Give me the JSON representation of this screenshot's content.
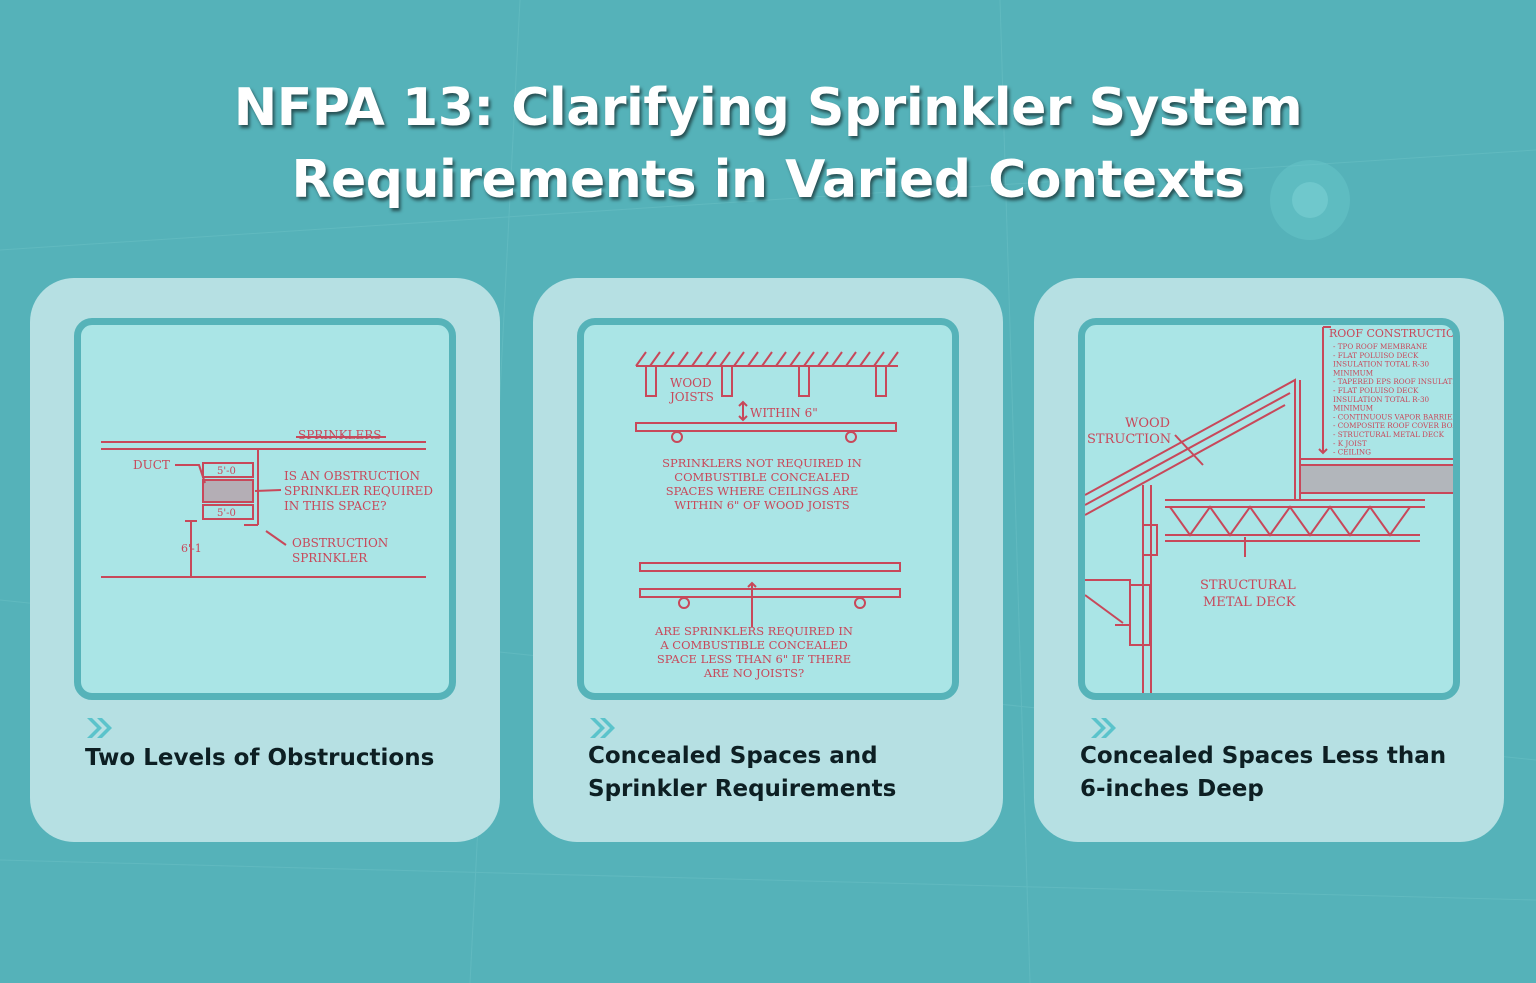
{
  "page": {
    "title_line1": "NFPA 13: Clarifying Sprinkler System",
    "title_line2": "Requirements in Varied Contexts",
    "colors": {
      "background": "#55b2b9",
      "card": "#b6e0e3",
      "frame": "#56b3b9",
      "drawing_ink": "#c8485a"
    }
  },
  "cards": [
    {
      "icon": "double-chevron-icon",
      "title_lines": [
        "Two Levels of Obstructions"
      ],
      "drawing": {
        "sprinklers": "SPRINKLERS",
        "duct": "DUCT",
        "dim_top": "5'-0",
        "dim_bottom": "5'-0",
        "question1": "IS AN OBSTRUCTION",
        "question2": "SPRINKLER REQUIRED",
        "question3": "IN THIS SPACE?",
        "height": "6'-1",
        "obstruction1": "OBSTRUCTION",
        "obstruction2": "SPRINKLER"
      }
    },
    {
      "icon": "double-chevron-icon",
      "title_lines": [
        "Concealed Spaces and",
        "Sprinkler Requirements"
      ],
      "drawing": {
        "wood1": "WOOD",
        "wood2": "JOISTS",
        "within": "WITHIN 6\"",
        "s1": "SPRINKLERS NOT REQUIRED IN",
        "s2": "COMBUSTIBLE CONCEALED",
        "s3": "SPACES WHERE CEILINGS ARE",
        "s4": "WITHIN 6\" OF WOOD JOISTS",
        "q1": "ARE SPRINKLERS REQUIRED IN",
        "q2": "A COMBUSTIBLE CONCEALED",
        "q3": "SPACE LESS THAN 6\" IF THERE",
        "q4": "ARE NO JOISTS?"
      }
    },
    {
      "icon": "double-chevron-icon",
      "title_lines": [
        "Concealed Spaces Less than",
        "6-inches Deep"
      ],
      "drawing": {
        "roof_title": "ROOF CONSTRUCTION:",
        "roof_items": [
          "- TPO ROOF MEMBRANE",
          "- FLAT POLUISO DECK",
          "INSULATION TOTAL R-30",
          "MINIMUM",
          "- TAPERED EPS ROOF INSULATION",
          "- FLAT POLUISO DECK",
          "INSULATION TOTAL R-30",
          "MINIMUM",
          "- CONTINUOUS VAPOR BARRIER",
          "- COMPOSITE ROOF COVER BOARD",
          "- STRUCTURAL METAL DECK",
          "- K JOIST",
          "- CEILING"
        ],
        "wood1": "WOOD",
        "wood2": "STRUCTION",
        "steel1": "STRUCTURAL",
        "steel2": "METAL DECK"
      }
    }
  ]
}
